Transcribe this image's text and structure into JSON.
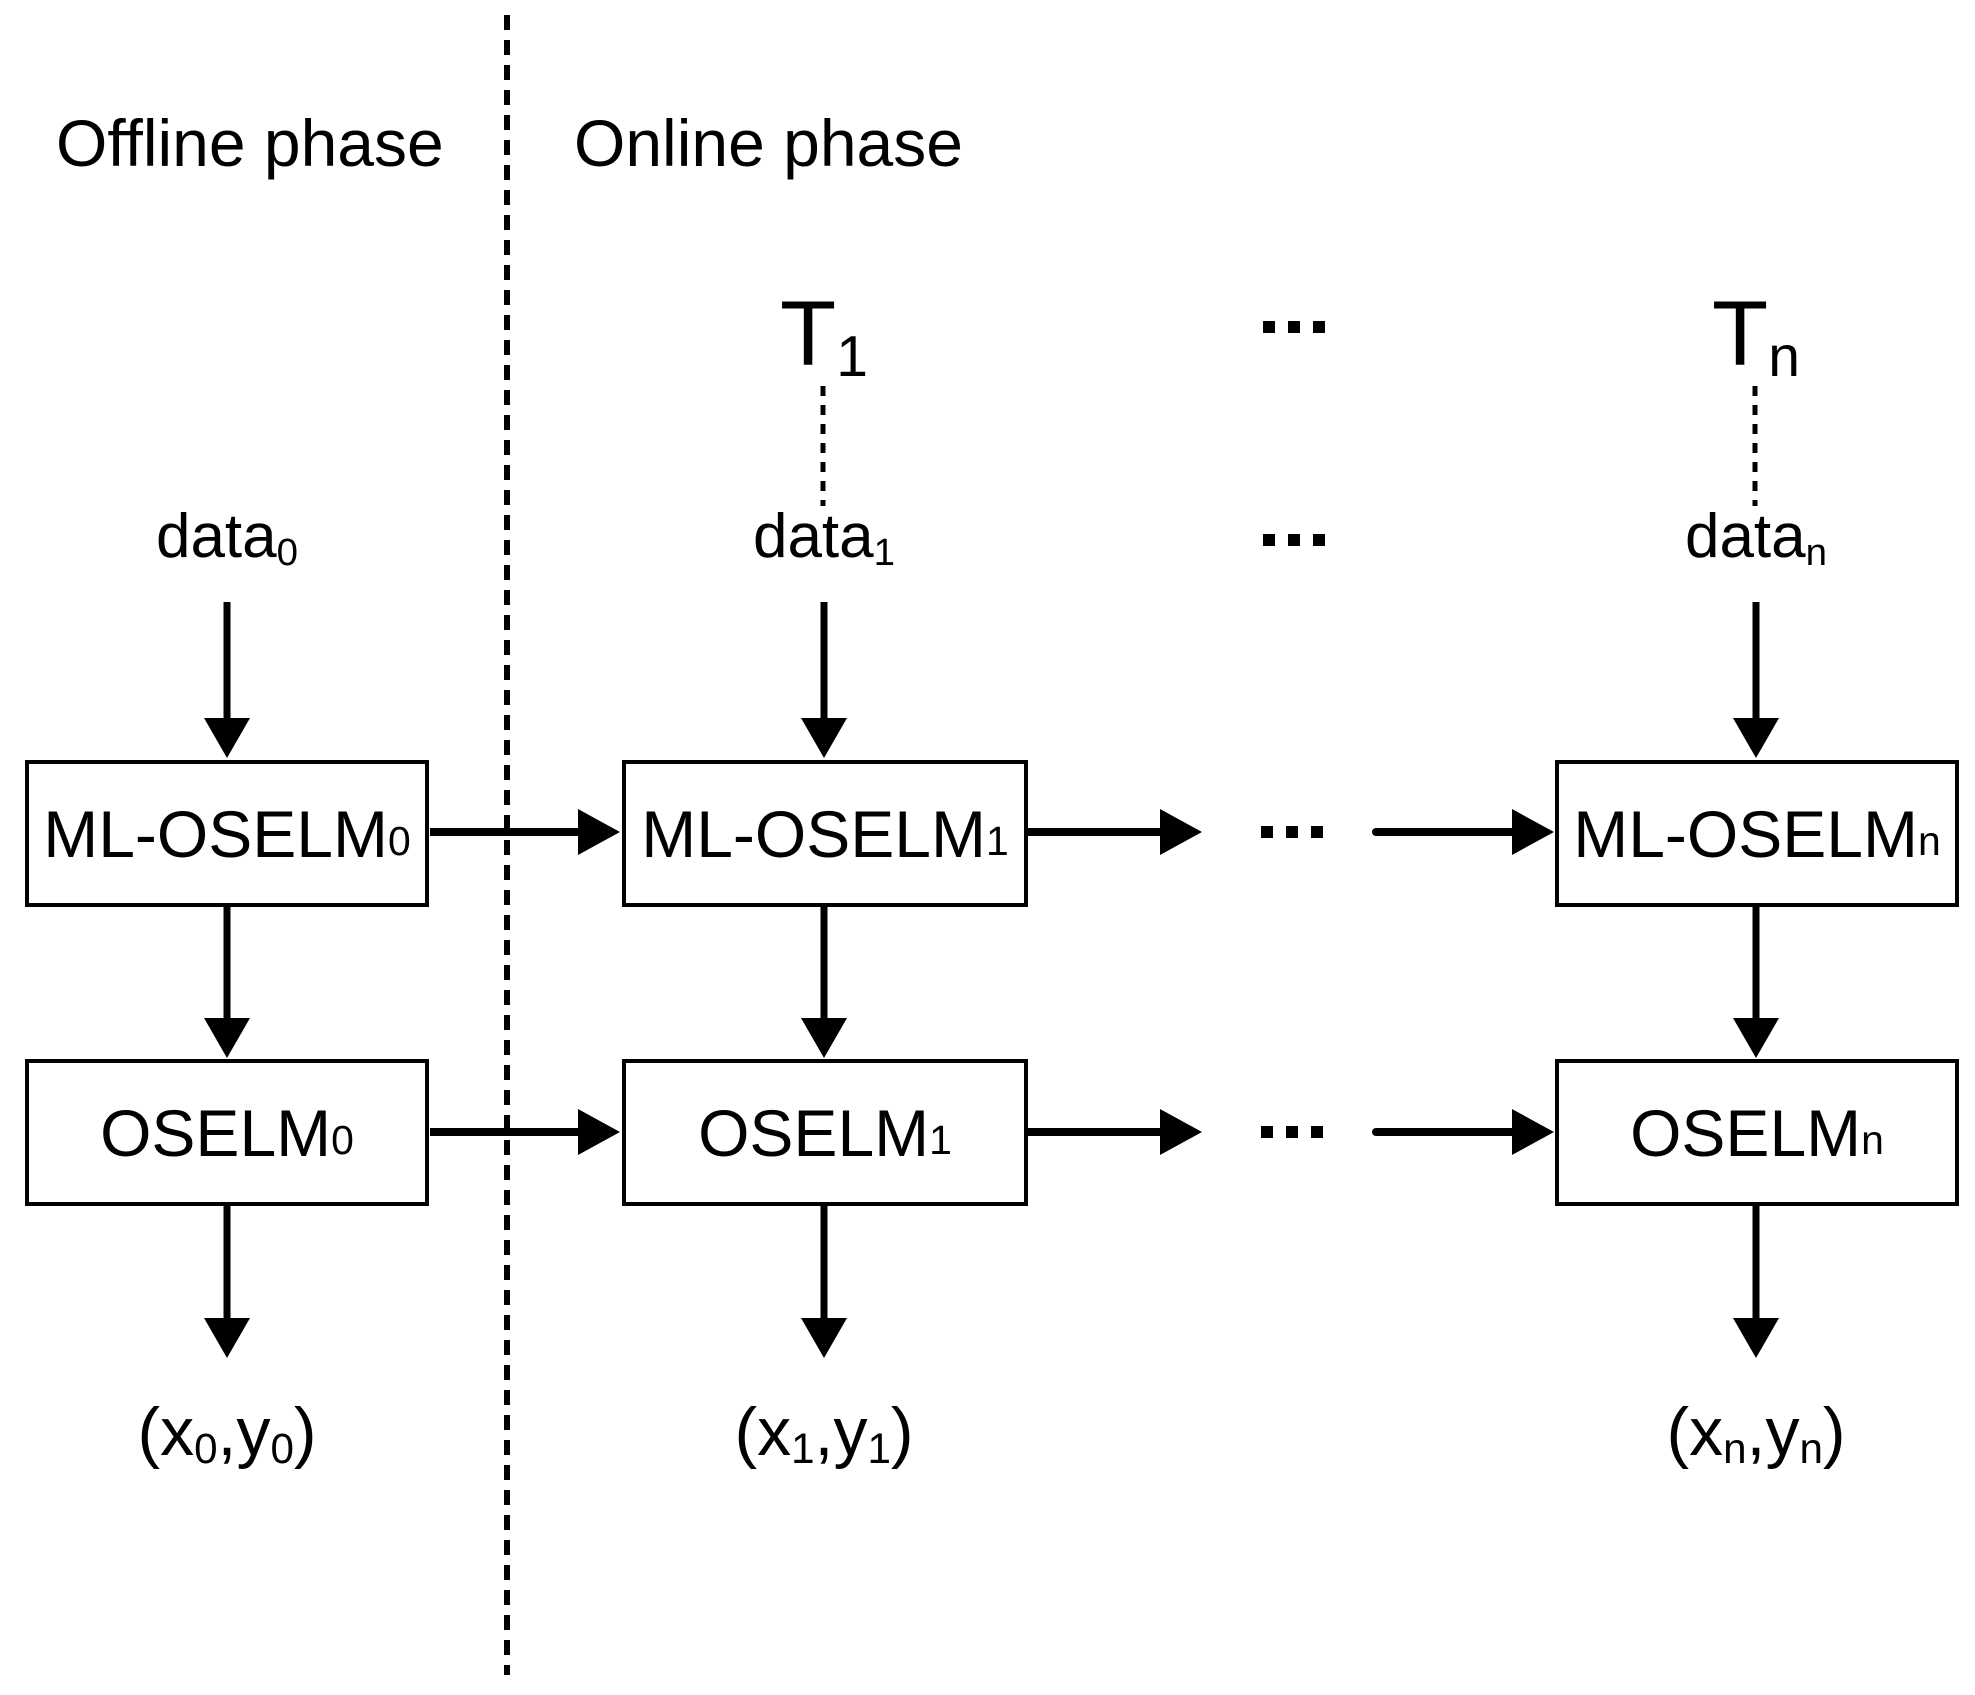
{
  "colors": {
    "foreground": "#000000",
    "background": "#ffffff"
  },
  "phase_labels": {
    "offline": "Offline phase",
    "online": "Online phase"
  },
  "ellipsis_glyph": "...",
  "icons": {
    "ellipsis_dots": "three-square-dots"
  },
  "columns": [
    {
      "data_base": "data",
      "data_sub": "0",
      "ml_base": "ML-OSELM",
      "ml_sub": "0",
      "oselm_base": "OSELM",
      "oselm_sub": "0",
      "out_open": "(x",
      "out_sub_x": "0",
      "out_mid": ",y",
      "out_sub_y": "0",
      "out_close": ")"
    },
    {
      "t_base": "T",
      "t_sub": "1",
      "data_base": "data",
      "data_sub": "1",
      "ml_base": "ML-OSELM",
      "ml_sub": "1",
      "oselm_base": "OSELM",
      "oselm_sub": "1",
      "out_open": "(x",
      "out_sub_x": "1",
      "out_mid": ",y",
      "out_sub_y": "1",
      "out_close": ")"
    },
    {
      "t_base": "T",
      "t_sub": "n",
      "data_base": "data",
      "data_sub": "n",
      "ml_base": "ML-OSELM",
      "ml_sub": "n",
      "oselm_base": "OSELM",
      "oselm_sub": "n",
      "out_open": "(x",
      "out_sub_x": "n",
      "out_mid": ",y",
      "out_sub_y": "n",
      "out_close": ")"
    }
  ]
}
